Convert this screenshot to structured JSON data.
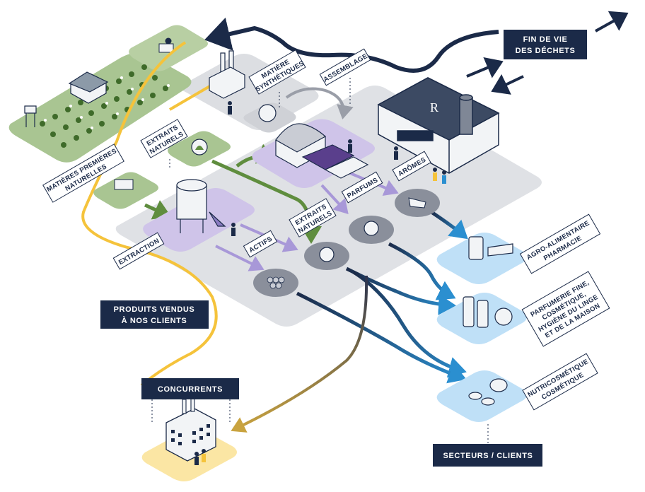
{
  "labels": {
    "fin_de_vie_1": "FIN DE VIE",
    "fin_de_vie_2": "DES DÉCHETS",
    "produits_1": "PRODUITS VENDUS",
    "produits_2": "À NOS CLIENTS",
    "concurrents": "CONCURRENTS",
    "secteurs": "SECTEURS / CLIENTS",
    "matieres_1": "MATIÈRES PREMIÈRES",
    "matieres_2": "NATURELLES",
    "extraits_nat_1": "EXTRAITS",
    "extraits_nat_2": "NATURELS",
    "matiere_synth_1": "MATIÈRE",
    "matiere_synth_2": "SYNTHÉTIQUES",
    "assemblage": "ASSEMBLAGE",
    "extraction": "EXTRACTION",
    "actifs": "ACTIFS",
    "extraits_center_1": "EXTRAITS",
    "extraits_center_2": "NATURELS",
    "parfums": "PARFUMS",
    "aromes": "ARÔMES",
    "agro_1": "AGRO-ALIMENTAIRE",
    "agro_2": "PHARMACIE",
    "parfumerie_1": "PARFUMERIE FINE,",
    "parfumerie_2": "COSMÉTIQUE,",
    "parfumerie_3": "HYGIÈNE DU LINGE",
    "parfumerie_4": "ET DE LA MAISON",
    "nutri_1": "NUTRICOSMÉTIQUE",
    "nutri_2": "COSMÉTIQUE"
  },
  "logo_text": "R",
  "colors": {
    "navy": "#1b2a48",
    "purple": "#8a7cc2",
    "green": "#5f8d3e",
    "yellow": "#f5c33b",
    "blue": "#2b8fd0",
    "lightblue": "#bfe0f7",
    "gray": "#d7d9de"
  }
}
